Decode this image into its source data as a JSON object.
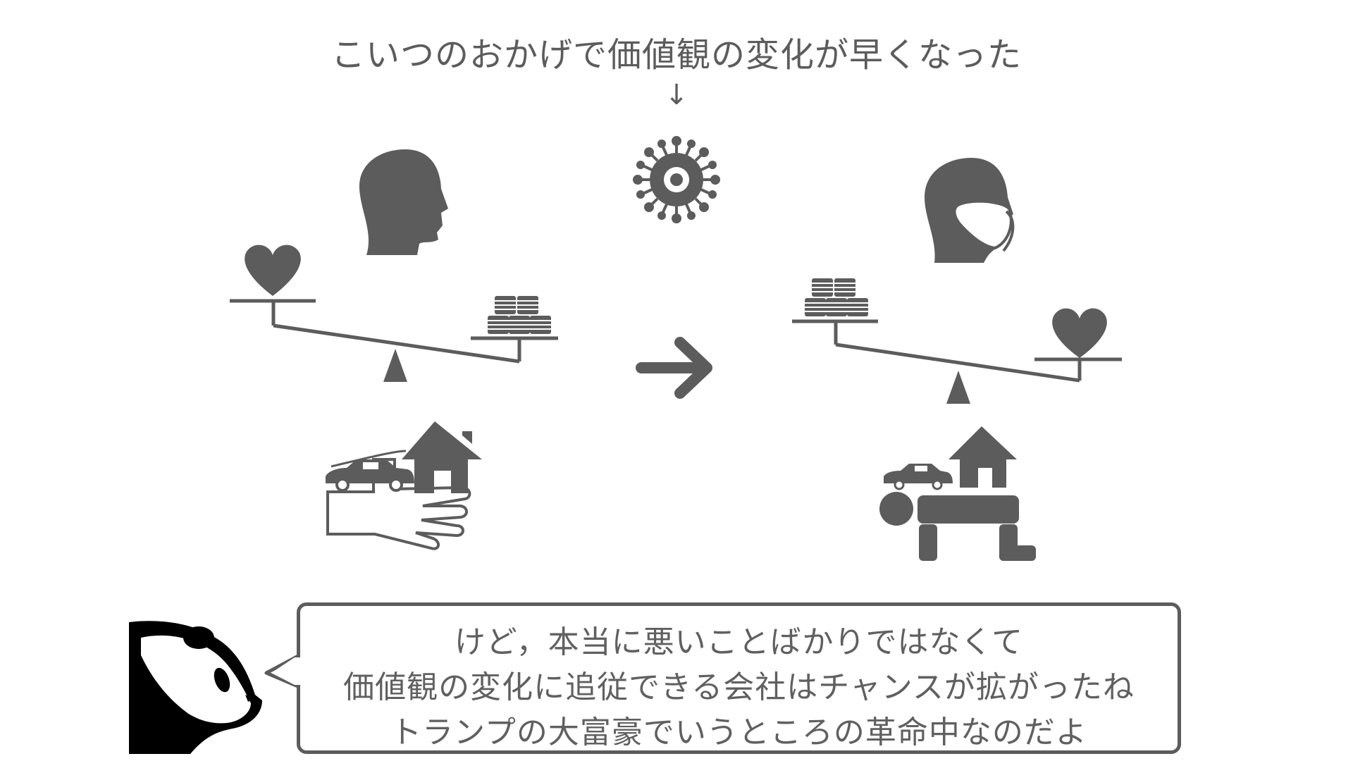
{
  "heading": "こいつのおかげで価値観の変化が早くなった",
  "down_arrow": "↓",
  "speech_lines": [
    "けど，本当に悪いことばかりではなくて",
    "価値観の変化に追従できる会社はチャンスが拡がったね",
    "トランプの大富豪でいうところの革命中なのだよ"
  ],
  "colors": {
    "icon": "#5c5c5c",
    "panda": "#000000",
    "text": "#5c5c5c"
  },
  "icons": {
    "left": [
      "head-icon",
      "heart-icon",
      "coins-icon",
      "balance-scale-icon",
      "hand-icon",
      "car-icon",
      "house-icon"
    ],
    "center": [
      "virus-icon",
      "right-arrow-icon"
    ],
    "right": [
      "masked-head-icon",
      "coins-icon",
      "heart-icon",
      "balance-scale-icon",
      "car-icon",
      "house-icon",
      "prostrate-person-icon"
    ],
    "speaker": "panda-icon"
  }
}
